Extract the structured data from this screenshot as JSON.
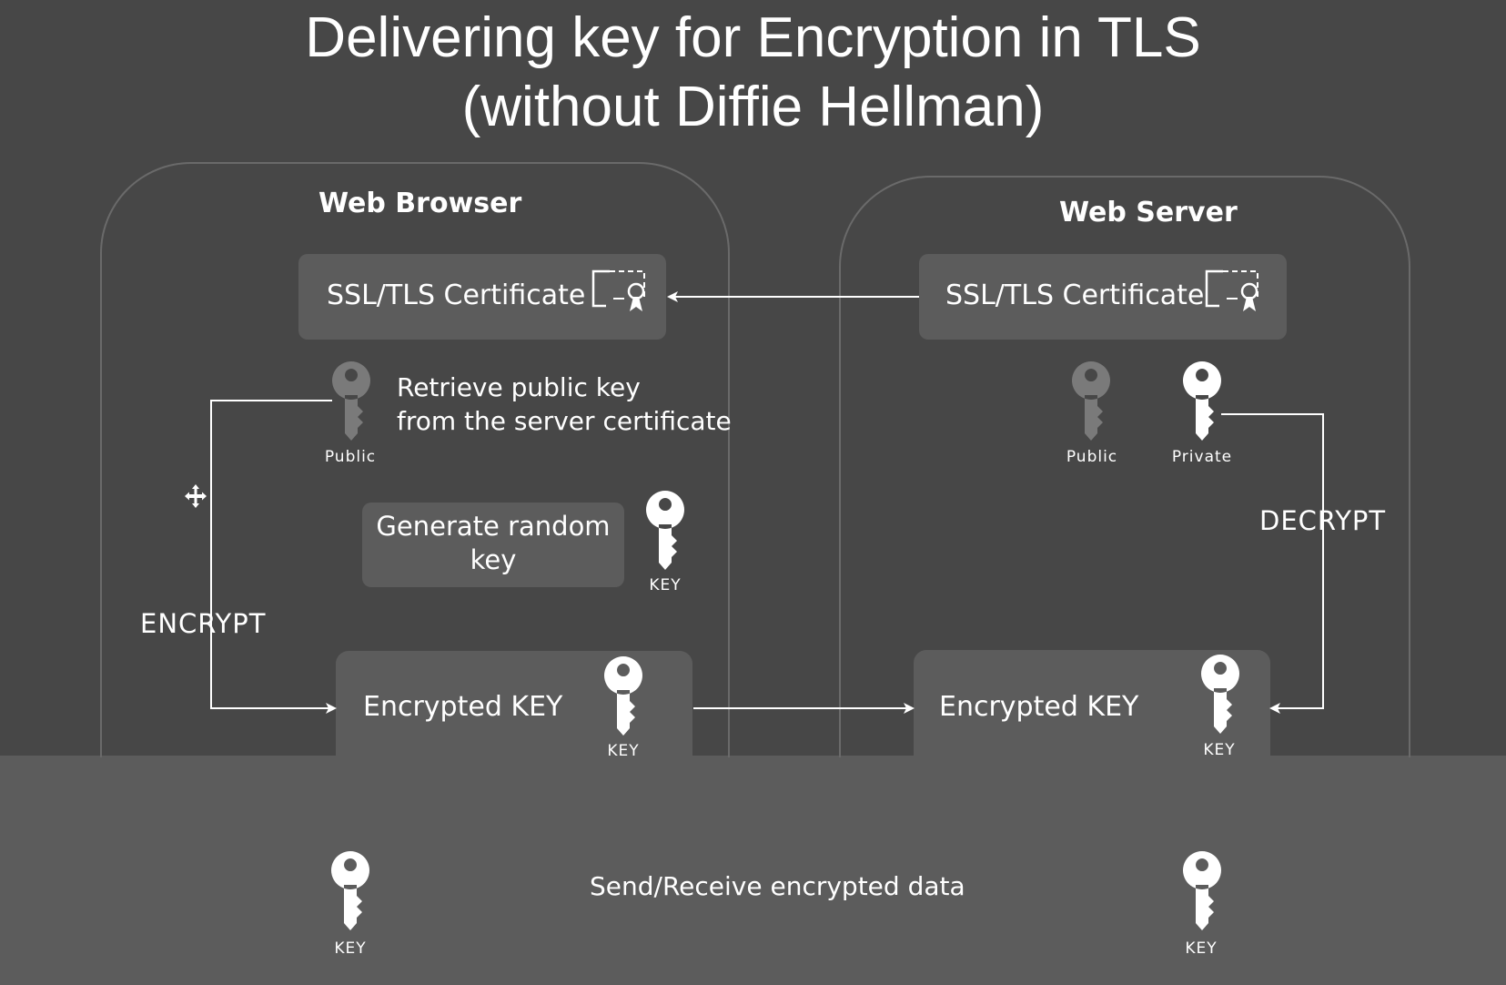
{
  "title": {
    "line1": "Delivering key for Encryption in TLS",
    "line2": "(without Diffie Hellman)"
  },
  "browser": {
    "title": "Web Browser",
    "certificate_label": "SSL/TLS Certificate",
    "public_key_caption": "Public",
    "retrieve_note_line1": "Retrieve public key",
    "retrieve_note_line2": "from the server certificate",
    "generate_label_line1": "Generate random",
    "generate_label_line2": "key",
    "generated_key_caption": "KEY",
    "encrypt_label": "ENCRYPT",
    "encrypted_key_label": "Encrypted KEY",
    "encrypted_key_caption": "KEY"
  },
  "server": {
    "title": "Web Server",
    "certificate_label": "SSL/TLS Certificate",
    "public_key_caption": "Public",
    "private_key_caption": "Private",
    "decrypt_label": "DECRYPT",
    "encrypted_key_label": "Encrypted KEY",
    "encrypted_key_caption": "KEY"
  },
  "bottom": {
    "label": "Send/Receive encrypted data",
    "left_key_caption": "KEY",
    "right_key_caption": "KEY"
  },
  "icons": {
    "key": "key-icon",
    "certificate": "certificate-icon",
    "move": "move-icon"
  },
  "colors": {
    "background": "#474747",
    "box": "#5c5c5c",
    "key_bright": "#ffffff",
    "key_dim": "#7a7a7a"
  }
}
